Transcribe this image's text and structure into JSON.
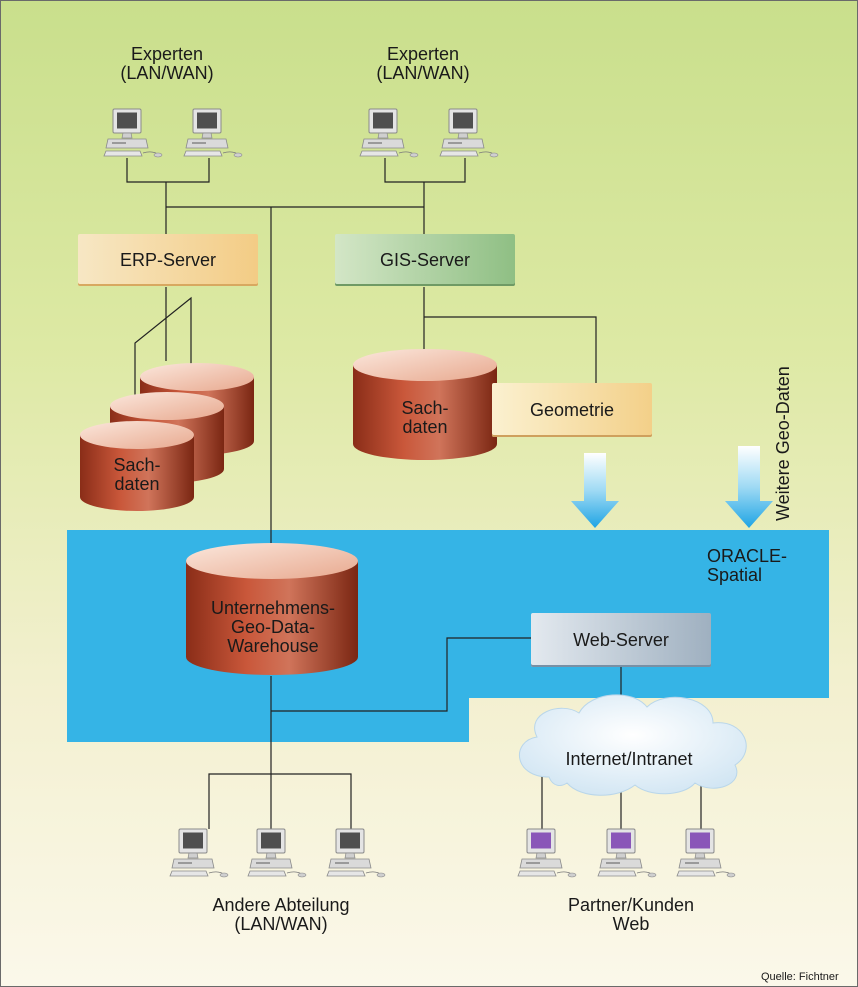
{
  "groups": {
    "experts_left": "Experten\n(LAN/WAN)",
    "experts_right": "Experten\n(LAN/WAN)",
    "other_department": "Andere Abteilung\n(LAN/WAN)",
    "partners": "Partner/Kunden\nWeb"
  },
  "servers": {
    "erp": "ERP-Server",
    "gis": "GIS-Server",
    "web": "Web-Server"
  },
  "databases": {
    "erp_data": "Sach-\ndaten",
    "gis_data": "Sach-\ndaten",
    "geometry": "Geometrie",
    "warehouse": "Unternehmens-\nGeo-Data-\nWarehouse"
  },
  "platform": {
    "oracle": "ORACLE-\nSpatial",
    "more_geodata": "Weitere Geo-Daten"
  },
  "network": {
    "internet": "Internet/Intranet"
  },
  "source": "Quelle: Fichtner",
  "colors": {
    "oracle_band": "#35b4e6",
    "cylinder": "#b5472a",
    "arrow": "#3ab2ea"
  }
}
